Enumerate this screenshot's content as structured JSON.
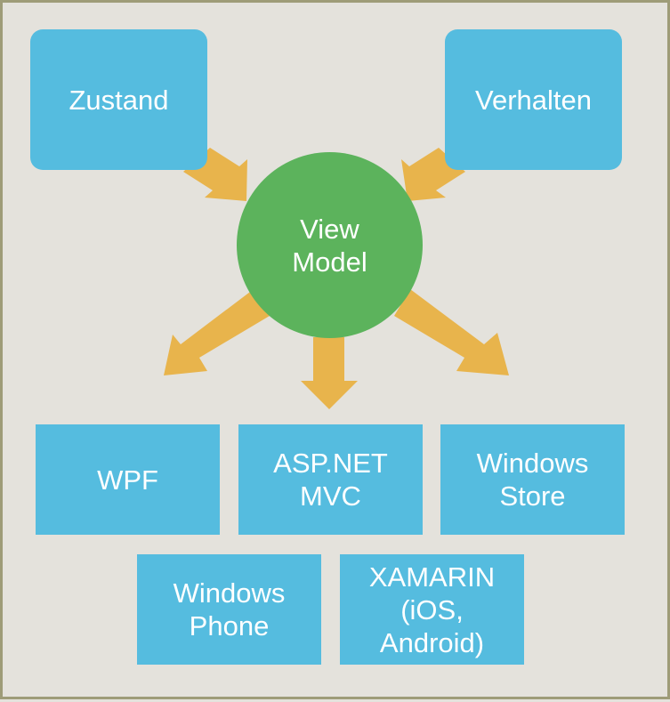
{
  "colors": {
    "background": "#e4e2dc",
    "border": "#9e9c78",
    "box": "#55bcdf",
    "circle": "#5cb35c",
    "arrow": "#e8b44c",
    "text": "#ffffff"
  },
  "inputs": {
    "zustand": "Zustand",
    "verhalten": "Verhalten"
  },
  "center": {
    "label": "View\nModel"
  },
  "targets": {
    "wpf": "WPF",
    "aspnet": "ASP.NET\nMVC",
    "windows_store": "Windows\nStore",
    "windows_phone": "Windows\nPhone",
    "xamarin": "XAMARIN\n(iOS,\nAndroid)"
  }
}
